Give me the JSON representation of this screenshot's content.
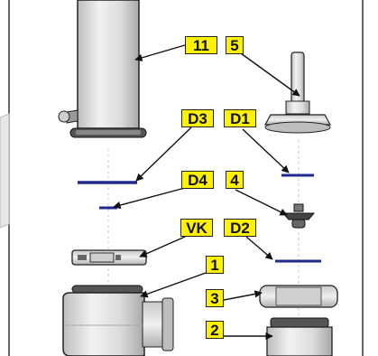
{
  "callouts": {
    "c11": "11",
    "c5": "5",
    "cD3": "D3",
    "cD1": "D1",
    "cD4": "D4",
    "c4": "4",
    "cVK": "VK",
    "cD2": "D2",
    "c1": "1",
    "c3": "3",
    "c2": "2"
  },
  "colors": {
    "callout_fill": "#fff200",
    "oring": "#1f2a8c",
    "part_fill": "#d9d9d9",
    "outline": "#222222"
  }
}
